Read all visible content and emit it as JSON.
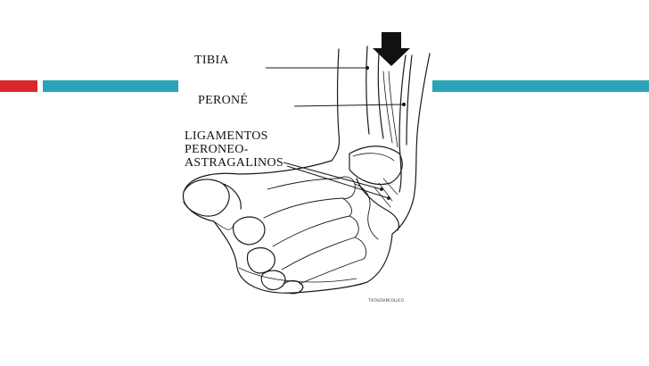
{
  "slide": {
    "accent_red": "#d9262c",
    "accent_teal": "#2aa3b8"
  },
  "diagram": {
    "subject": "foot-ankle-illustration",
    "labels": {
      "tibia": "TIBIA",
      "perone": "PERONÉ",
      "ligamentos_line1": "LIGAMENTOS",
      "ligamentos_line2": "PERONEO-",
      "ligamentos_line3": "ASTRAGALINOS"
    },
    "force_arrow": "down-arrow-icon",
    "credit": "TVITAGRAMCOLUCO"
  }
}
